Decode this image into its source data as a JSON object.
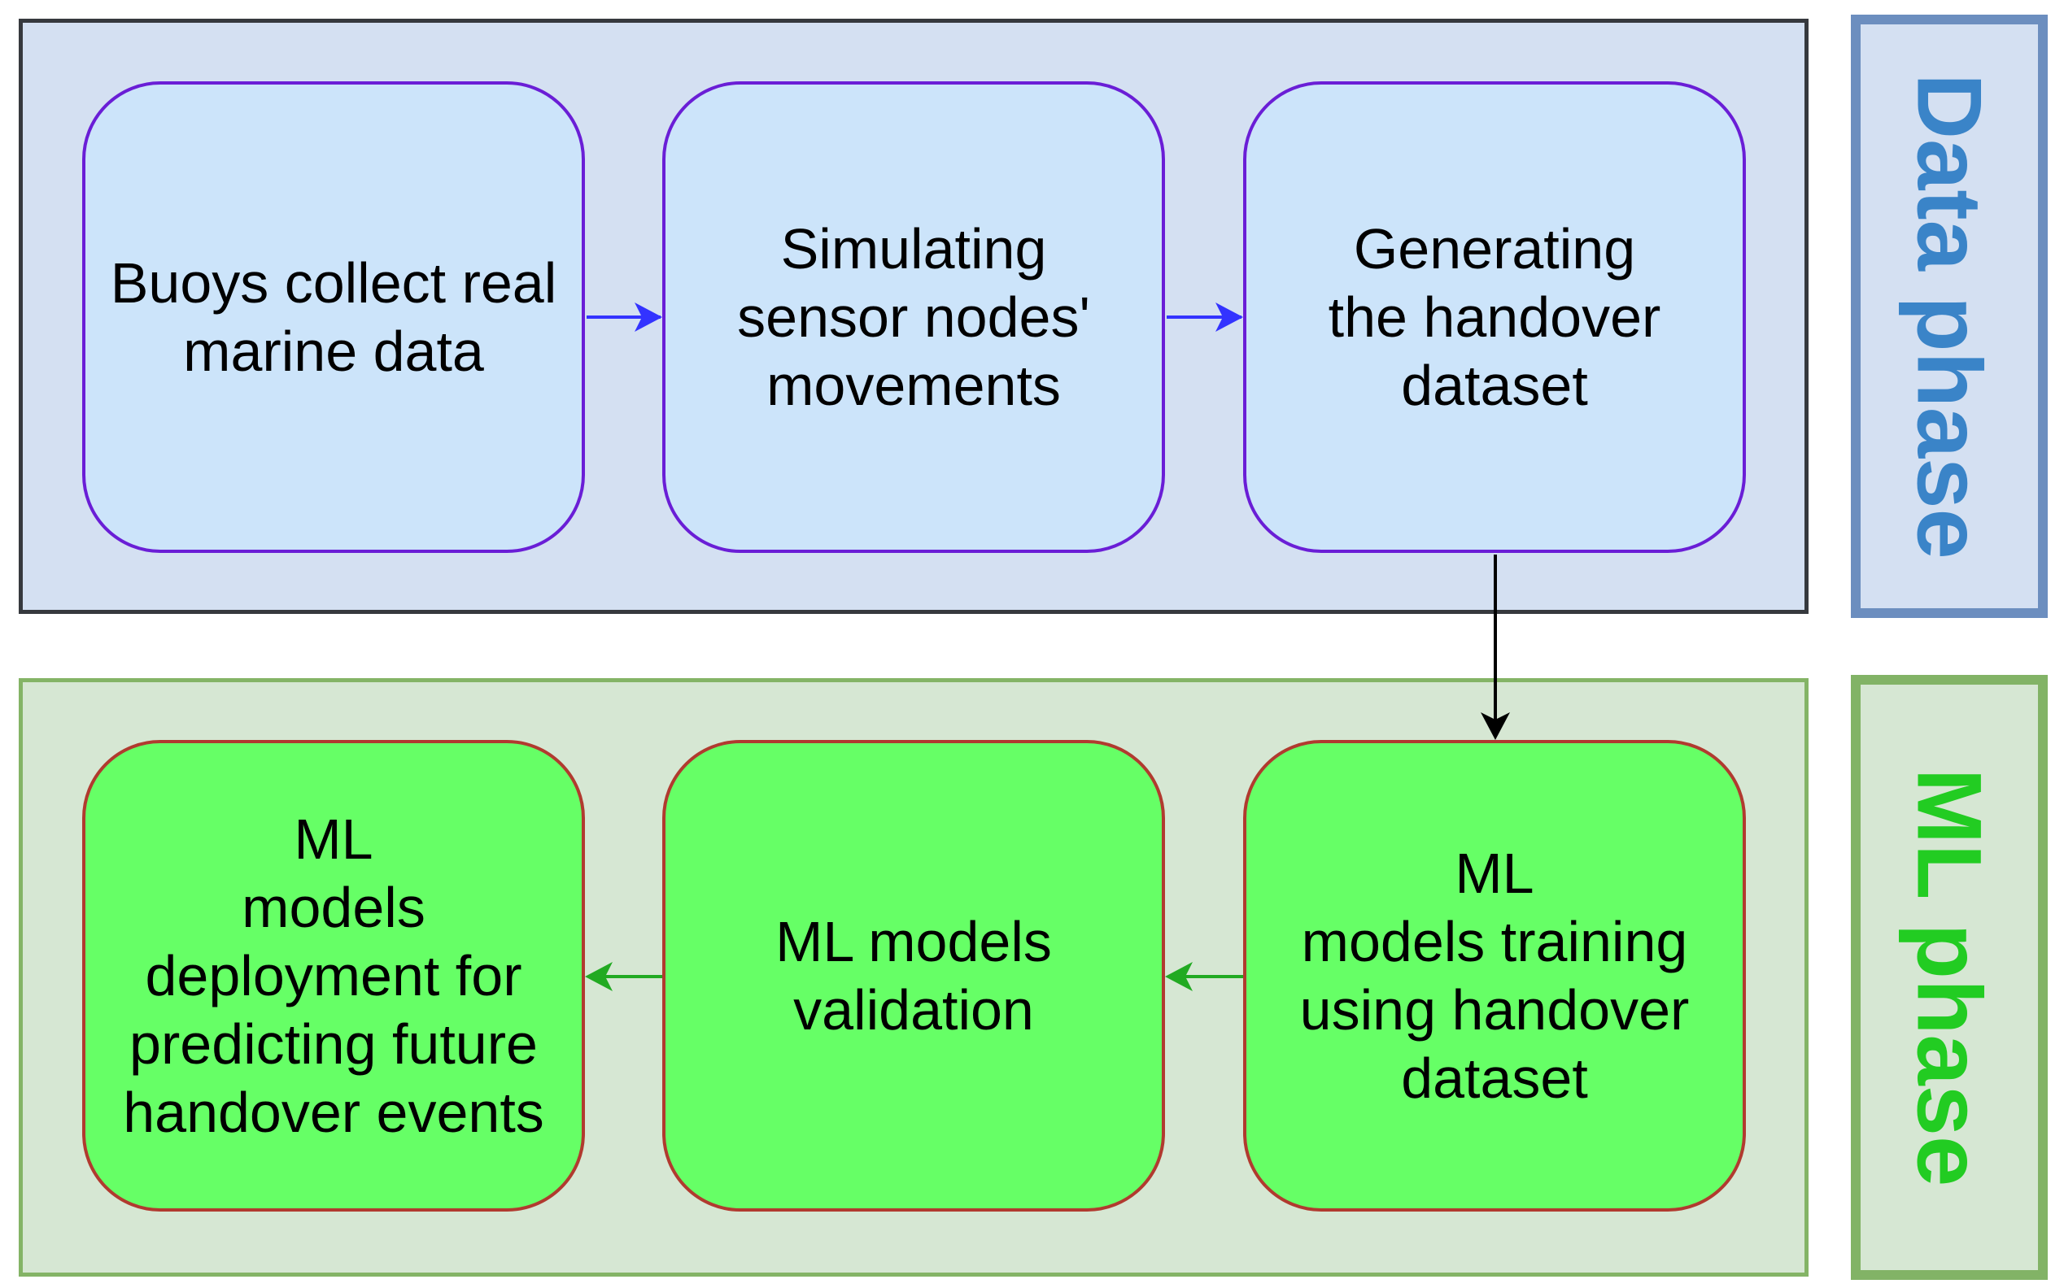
{
  "data_phase": {
    "label": "Data phase",
    "nodes": [
      {
        "text": "Buoys collect real\nmarine data"
      },
      {
        "text": "Simulating\nsensor nodes'\nmovements"
      },
      {
        "text": "Generating\nthe handover\ndataset"
      }
    ]
  },
  "ml_phase": {
    "label": "ML phase",
    "nodes": [
      {
        "text": "ML\nmodels training\nusing handover\ndataset"
      },
      {
        "text": "ML models\nvalidation"
      },
      {
        "text": "ML\nmodels\ndeployment for\npredicting future\nhandover events"
      }
    ]
  },
  "colors": {
    "data_panel_fill": "#d4e0f2",
    "data_node_fill": "#cce4fa",
    "data_node_border": "#6a1ed6",
    "data_arrow": "#3333ff",
    "ml_panel_fill": "#d6e7d3",
    "ml_node_fill": "#66ff66",
    "ml_node_border": "#b13a2f",
    "ml_arrow": "#22aa22",
    "phase_data_text": "#3a84c8",
    "phase_ml_text": "#22cc22"
  }
}
